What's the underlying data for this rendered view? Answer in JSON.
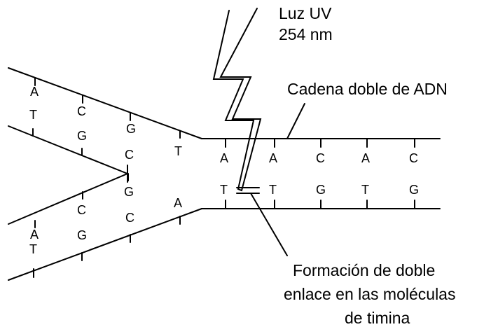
{
  "labels": {
    "uv_line1": "Luz UV",
    "uv_line2": "254 nm",
    "chain": "Cadena doble de ADN",
    "formation_line1": "Formación de  doble",
    "formation_line2": "enlace en las moléculas",
    "formation_line3": "de  timina"
  },
  "bases": {
    "upper_left_strand": [
      "A",
      "C",
      "G",
      "T"
    ],
    "upper_left_pair": [
      "T",
      "G"
    ],
    "middle_fork": [
      "C",
      "G"
    ],
    "lower_left_strand": [
      "C",
      "C",
      "A"
    ],
    "lower_left_pair": [
      "A",
      "G"
    ],
    "lower_left_extra": [
      "T"
    ],
    "right_top": [
      "A",
      "A",
      "C",
      "A",
      "C"
    ],
    "right_bottom": [
      "T",
      "T",
      "G",
      "T",
      "G"
    ]
  }
}
